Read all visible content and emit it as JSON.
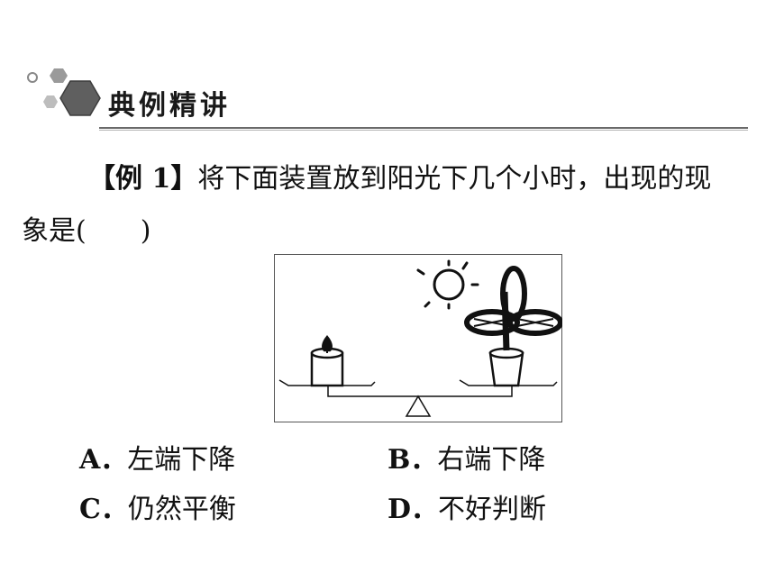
{
  "section": {
    "title": "典例精讲"
  },
  "question": {
    "tag": "【例 1】",
    "text_line1": "将下面装置放到阳光下几个小时，出现的现",
    "text_line2_start": "象是(",
    "text_line2_end": ")"
  },
  "options": [
    {
      "letter": "A．",
      "text": "左端下降"
    },
    {
      "letter": "B．",
      "text": "右端下降"
    },
    {
      "letter": "C．",
      "text": "仍然平衡"
    },
    {
      "letter": "D．",
      "text": "不好判断"
    }
  ],
  "figure": {
    "left_object": "candle-icon",
    "right_object": "potted-plant-icon",
    "sky_object": "sun-icon",
    "base": "balance-beam"
  }
}
